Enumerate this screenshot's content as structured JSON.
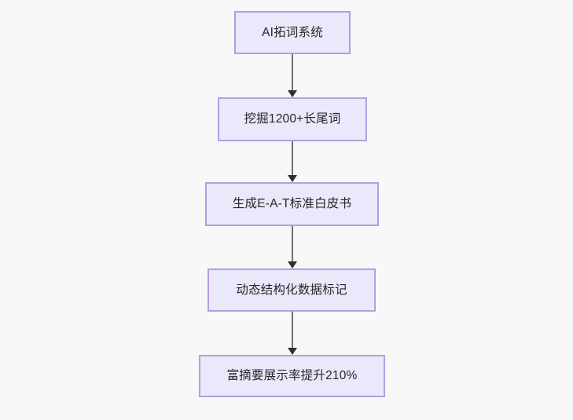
{
  "diagram": {
    "type": "flowchart",
    "orientation": "top-to-bottom",
    "background_color": "#f8f8f8",
    "node_fill_color": "#eae8fb",
    "node_border_color": "#b49de0",
    "node_text_color": "#262626",
    "connector_color": "#707070",
    "arrowhead_color": "#2f2f2f",
    "nodes": [
      {
        "id": "node-1",
        "label": "AI拓词系统"
      },
      {
        "id": "node-2",
        "label": "挖掘1200+长尾词"
      },
      {
        "id": "node-3",
        "label": "生成E-A-T标准白皮书"
      },
      {
        "id": "node-4",
        "label": "动态结构化数据标记"
      },
      {
        "id": "node-5",
        "label": "富摘要展示率提升210%"
      }
    ],
    "edges": [
      {
        "id": "edge-1",
        "from": "node-1",
        "to": "node-2"
      },
      {
        "id": "edge-2",
        "from": "node-2",
        "to": "node-3"
      },
      {
        "id": "edge-3",
        "from": "node-3",
        "to": "node-4"
      },
      {
        "id": "edge-4",
        "from": "node-4",
        "to": "node-5"
      }
    ]
  }
}
